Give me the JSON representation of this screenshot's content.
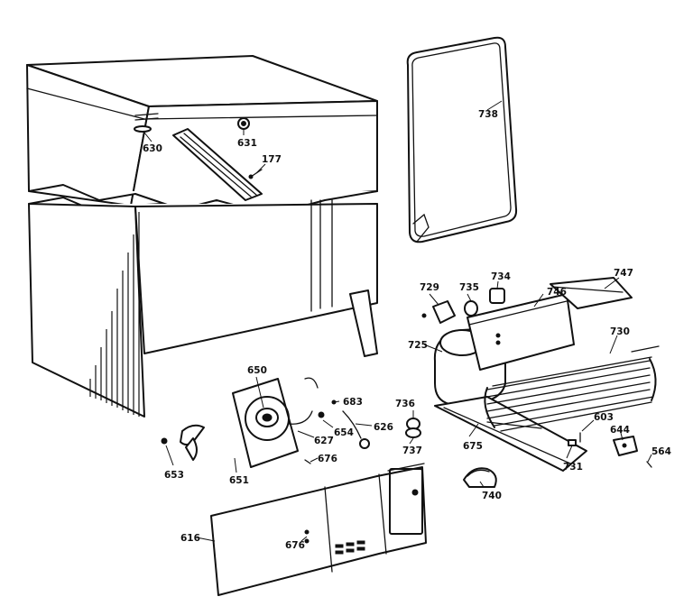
{
  "callouts": {
    "c630": "630",
    "c631": "631",
    "c177": "177",
    "c738": "738",
    "c729": "729",
    "c735": "735",
    "c734": "734",
    "c746": "746",
    "c747": "747",
    "c725": "725",
    "c730": "730",
    "c650": "650",
    "c683": "683",
    "c736": "736",
    "c627": "627",
    "c654": "654",
    "c626": "626",
    "c737": "737",
    "c675": "675",
    "c603": "603",
    "c644": "644",
    "c564": "564",
    "c653": "653",
    "c651": "651",
    "c676a": "676",
    "c731": "731",
    "c740": "740",
    "c616": "616",
    "c676b": "676"
  }
}
